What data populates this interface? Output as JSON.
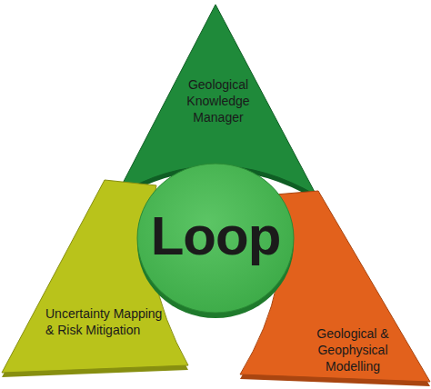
{
  "diagram": {
    "nodes": [
      {
        "text": [
          "Geological Knowledge Manager"
        ]
      },
      {
        "text": [
          "Loop"
        ]
      },
      {
        "text": [
          "Uncertainty Mapping & Risk Mitigation"
        ]
      },
      {
        "text": [
          "Geological & Geophysical Modelling"
        ]
      }
    ]
  }
}
